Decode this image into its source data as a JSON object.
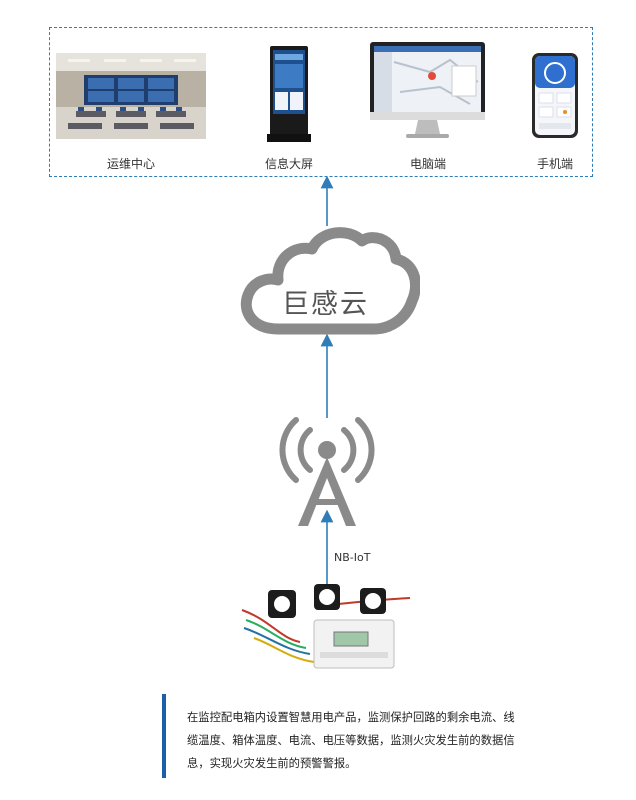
{
  "devices": [
    {
      "id": "ops-center",
      "label": "运维中心"
    },
    {
      "id": "info-screen",
      "label": "信息大屏"
    },
    {
      "id": "pc",
      "label": "电脑端"
    },
    {
      "id": "mobile",
      "label": "手机端"
    }
  ],
  "cloud": {
    "label": "巨感云"
  },
  "link": {
    "label": "NB-IoT"
  },
  "description": "在监控配电箱内设置智慧用电产品，监测保护回路的剩余电流、线缆温度、箱体温度、电流、电压等数据，监测火灾发生前的数据信息，实现火灾发生前的预警警报。",
  "colors": {
    "accent": "#2f7db8",
    "icon_gray": "#888888",
    "bar": "#1b5fa8"
  }
}
